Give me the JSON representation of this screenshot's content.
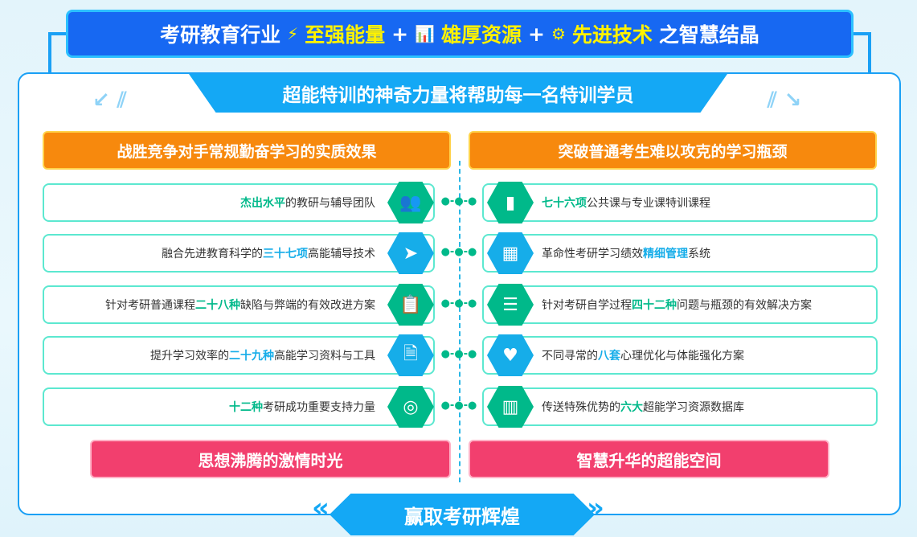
{
  "banner": {
    "p1": "考研教育行业",
    "h1": "至强能量",
    "plus": "+",
    "h2": "雄厚资源",
    "h3": "先进技术",
    "p2": "之智慧结晶",
    "icons": [
      "lightning-icon",
      "chart-monitor-icon",
      "gear-tech-icon"
    ]
  },
  "subtitle": "超能特训的神奇力量将帮助每一名特训学员",
  "left_header": "战胜竞争对手常规勤奋学习的实质效果",
  "right_header": "突破普通考生难以攻克的学习瓶颈",
  "colors": {
    "green": "#00b98a",
    "blue": "#16ade9",
    "orange": "#f7890d",
    "pink": "#f23f6e",
    "primary": "#1768f2"
  },
  "left_rows": [
    {
      "pre": "",
      "hl": "杰出水平",
      "post": "的教研与辅导团队",
      "color": "#00b98a",
      "icon": "team-icon"
    },
    {
      "pre": "融合先进教育科学的",
      "hl": "三十七项",
      "post": "高能辅导技术",
      "color": "#16ade9",
      "icon": "paper-plane-icon"
    },
    {
      "pre": "针对考研普通课程",
      "hl": "二十八种",
      "post": "缺陷与弊端的有效改进方案",
      "color": "#00b98a",
      "icon": "clipboard-icon"
    },
    {
      "pre": "提升学习效率的",
      "hl": "二十九种",
      "post": "高能学习资料与工具",
      "color": "#16ade9",
      "icon": "document-check-icon"
    },
    {
      "pre": "",
      "hl": "十二种",
      "post": "考研成功重要支持力量",
      "color": "#00b98a",
      "icon": "lifebuoy-icon"
    }
  ],
  "right_rows": [
    {
      "pre": "",
      "hl": "七十六项",
      "post": "公共课与专业课特训课程",
      "color": "#00b98a",
      "icon": "book-icon"
    },
    {
      "pre": "革命性考研学习绩效",
      "hl": "精细管理",
      "post": "系统",
      "color": "#16ade9",
      "icon": "grid-apps-icon"
    },
    {
      "pre": "针对考研自学过程",
      "hl": "四十二种",
      "post": "问题与瓶颈的有效解决方案",
      "color": "#00b98a",
      "icon": "checklist-icon"
    },
    {
      "pre": "不同寻常的",
      "hl": "八套",
      "post": "心理优化与体能强化方案",
      "color": "#16ade9",
      "icon": "heart-pulse-icon"
    },
    {
      "pre": "传送特殊优势的",
      "hl": "六大",
      "post": "超能学习资源数据库",
      "color": "#00b98a",
      "icon": "monitor-chart-icon"
    }
  ],
  "left_footer": "思想沸腾的激情时光",
  "right_footer": "智慧升华的超能空间",
  "bottom": "赢取考研辉煌"
}
